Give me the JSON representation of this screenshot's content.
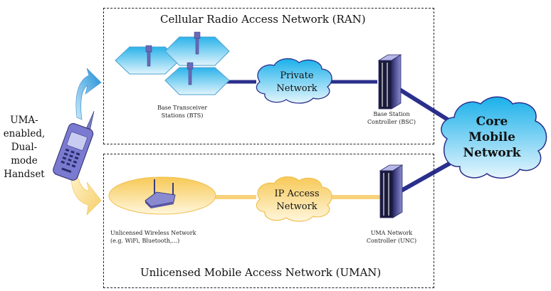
{
  "diagram": {
    "ran": {
      "title": "Cellular Radio Access Network (RAN)",
      "bts_label_line1": "Base Transceiver",
      "bts_label_line2": "Stations (BTS)",
      "private_network_line1": "Private",
      "private_network_line2": "Network",
      "bsc_label_line1": "Base Station",
      "bsc_label_line2": "Controller (BSC)"
    },
    "uman": {
      "title": "Unlicensed Mobile Access Network (UMAN)",
      "wireless_label_line1": "Unlicensed Wireless Network",
      "wireless_label_line2": "(e.g. WiFi, Bluetooth,...)",
      "ip_network_line1": "IP Access",
      "ip_network_line2": "Network",
      "unc_label_line1": "UMA Network",
      "unc_label_line2": "Controller (UNC)"
    },
    "handset": {
      "line1": "UMA-",
      "line2": "enabled,",
      "line3": "Dual-mode",
      "line4": "Handset"
    },
    "core": {
      "line1": "Core",
      "line2": "Mobile",
      "line3": "Network"
    },
    "colors": {
      "cellular_link": "#2b2f8c",
      "unlicensed_link": "#f7d27a",
      "cloud_blue": "#5bc8f0",
      "cloud_yellow": "#fbe3a6"
    }
  }
}
